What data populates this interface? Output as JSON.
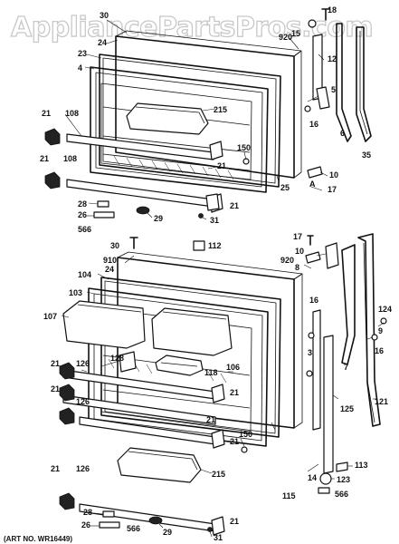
{
  "watermark": "AppliancePartsPros.com",
  "art_number": "(ART NO. WR16449)",
  "labels": {
    "t18": "18",
    "t30": "30",
    "t24": "24",
    "t920": "920",
    "t15": "15",
    "t23": "23",
    "t12": "12",
    "t4": "4",
    "t5": "5",
    "t6": "6",
    "t35": "35",
    "t21a": "21",
    "t108a": "108",
    "t215a": "215",
    "t150a": "150",
    "t21b": "21",
    "t16a": "16",
    "t21c": "21",
    "t108b": "108",
    "t25": "25",
    "t10a": "10",
    "t17a": "17",
    "t28a": "28",
    "t21d": "21",
    "t26a": "26",
    "t29a": "29",
    "t566a": "566",
    "t31a": "31",
    "t30b": "30",
    "t112": "112",
    "t17b": "17",
    "t910": "910",
    "t24b": "24",
    "t920b": "920",
    "t10b": "10",
    "t8": "8",
    "t104": "104",
    "t103": "103",
    "t16b": "16",
    "t124": "124",
    "t107": "107",
    "t9": "9",
    "t16c": "16",
    "t3": "3",
    "t7": "7",
    "t128": "128",
    "t118": "118",
    "t106": "106",
    "t21e": "21",
    "t126a": "126",
    "t21f": "21",
    "t126b": "126",
    "t21g": "21",
    "t125": "125",
    "t121": "121",
    "t150b": "150",
    "t21h": "21",
    "t21i": "21",
    "t126c": "126",
    "t215b": "215",
    "t14": "14",
    "t113": "113",
    "t123": "123",
    "t115": "115",
    "t566b": "566",
    "t21j": "21",
    "t28b": "28",
    "t26b": "26",
    "t566c": "566",
    "t29b": "29",
    "t31b": "31",
    "t21k": "21"
  }
}
